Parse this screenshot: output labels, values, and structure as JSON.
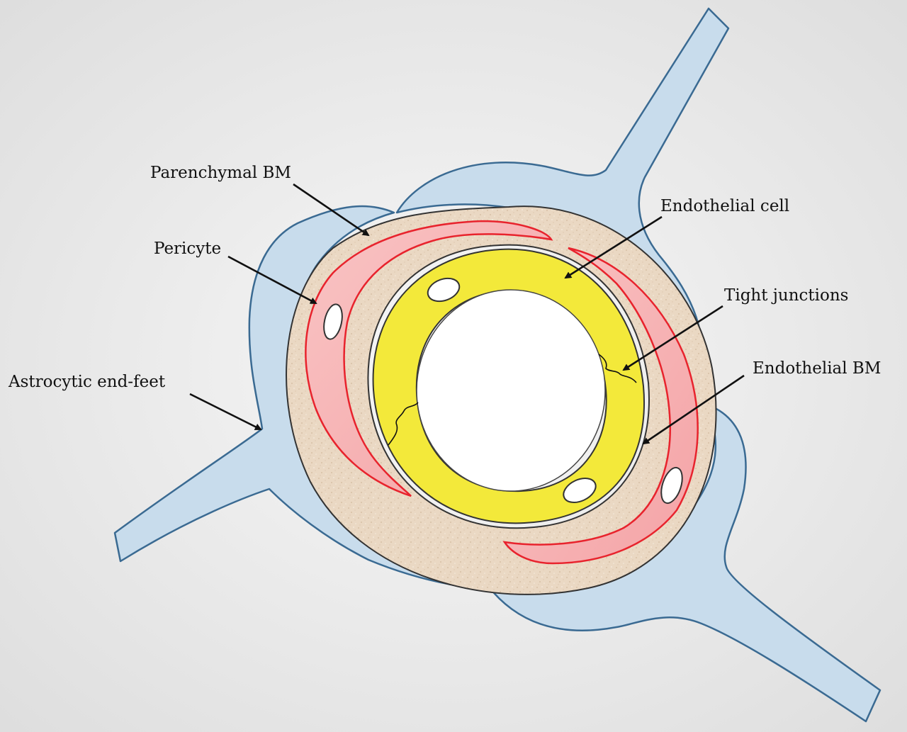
{
  "labels": {
    "parenchymal_bm": "Parenchymal BM",
    "pericyte": "Pericyte",
    "astrocytic_end_feet": "Astrocytic end-feet",
    "endothelial_cell": "Endothelial cell",
    "tight_junctions": "Tight junctions",
    "endothelial_bm": "Endothelial BM"
  },
  "colors": {
    "background": "#ececec",
    "astrocyte": "#c8dcec",
    "astrocyte_outline": "#3a6a92",
    "basement_membrane": "#ead8c3",
    "pericyte": "#f6b0b0",
    "pericyte_edge": "#e8232d",
    "endothelial": "#f3e93a",
    "lumen": "#ffffff",
    "outline": "#333333"
  }
}
